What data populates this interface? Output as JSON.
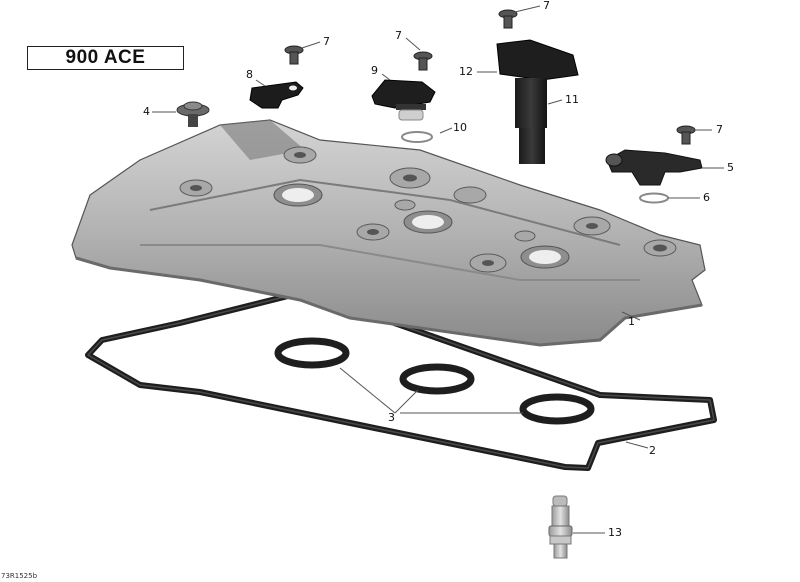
{
  "diagram": {
    "title": "900 ACE",
    "reference_code": "73R1525b",
    "type": "exploded parts diagram",
    "subject": "Valve cover assembly",
    "parts": [
      {
        "callout": "1",
        "description": "valve cover"
      },
      {
        "callout": "2",
        "description": "valve cover gasket"
      },
      {
        "callout": "3",
        "description": "spark plug tube seals (x3)"
      },
      {
        "callout": "4",
        "description": "cover bolt with grommet"
      },
      {
        "callout": "5",
        "description": "breather outlet fitting"
      },
      {
        "callout": "6",
        "description": "O-ring"
      },
      {
        "callout": "7",
        "description": "screw (x4)"
      },
      {
        "callout": "8",
        "description": "bracket"
      },
      {
        "callout": "9",
        "description": "sensor"
      },
      {
        "callout": "10",
        "description": "O-ring"
      },
      {
        "callout": "11",
        "description": "ignition coil body"
      },
      {
        "callout": "12",
        "description": "ignition coil head"
      },
      {
        "callout": "13",
        "description": "spark plug"
      }
    ]
  },
  "labels": {
    "l1": "1",
    "l2": "2",
    "l3": "3",
    "l4": "4",
    "l5": "5",
    "l6": "6",
    "l7a": "7",
    "l7b": "7",
    "l7c": "7",
    "l7d": "7",
    "l8": "8",
    "l9": "9",
    "l10": "10",
    "l11": "11",
    "l12": "12",
    "l13": "13"
  },
  "colors": {
    "cover_light": "#c9c9c9",
    "cover_mid": "#9a9a9a",
    "cover_dark": "#5e5e5e",
    "rubber": "#1e1e1e",
    "leader": "#555555",
    "text": "#111111"
  }
}
